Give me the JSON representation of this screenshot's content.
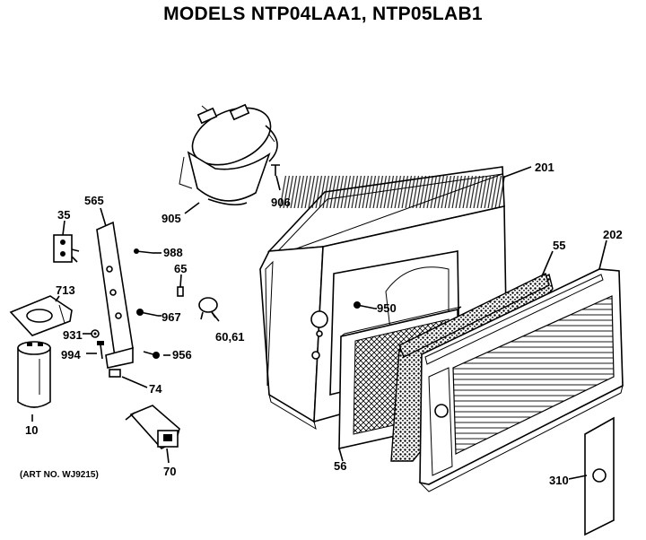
{
  "diagram": {
    "title": "MODELS NTP04LAA1, NTP05LAB1",
    "art_number": "(ART NO. WJ9215)",
    "part_labels": {
      "p201": "201",
      "p202": "202",
      "p55": "55",
      "p56": "56",
      "p310": "310",
      "p905": "905",
      "p906": "906",
      "p35": "35",
      "p565": "565",
      "p988": "988",
      "p65": "65",
      "p713": "713",
      "p967": "967",
      "p950": "950",
      "p6061": "60,61",
      "p931": "931",
      "p994": "994",
      "p956": "956",
      "p74": "74",
      "p10": "10",
      "p70": "70"
    }
  }
}
